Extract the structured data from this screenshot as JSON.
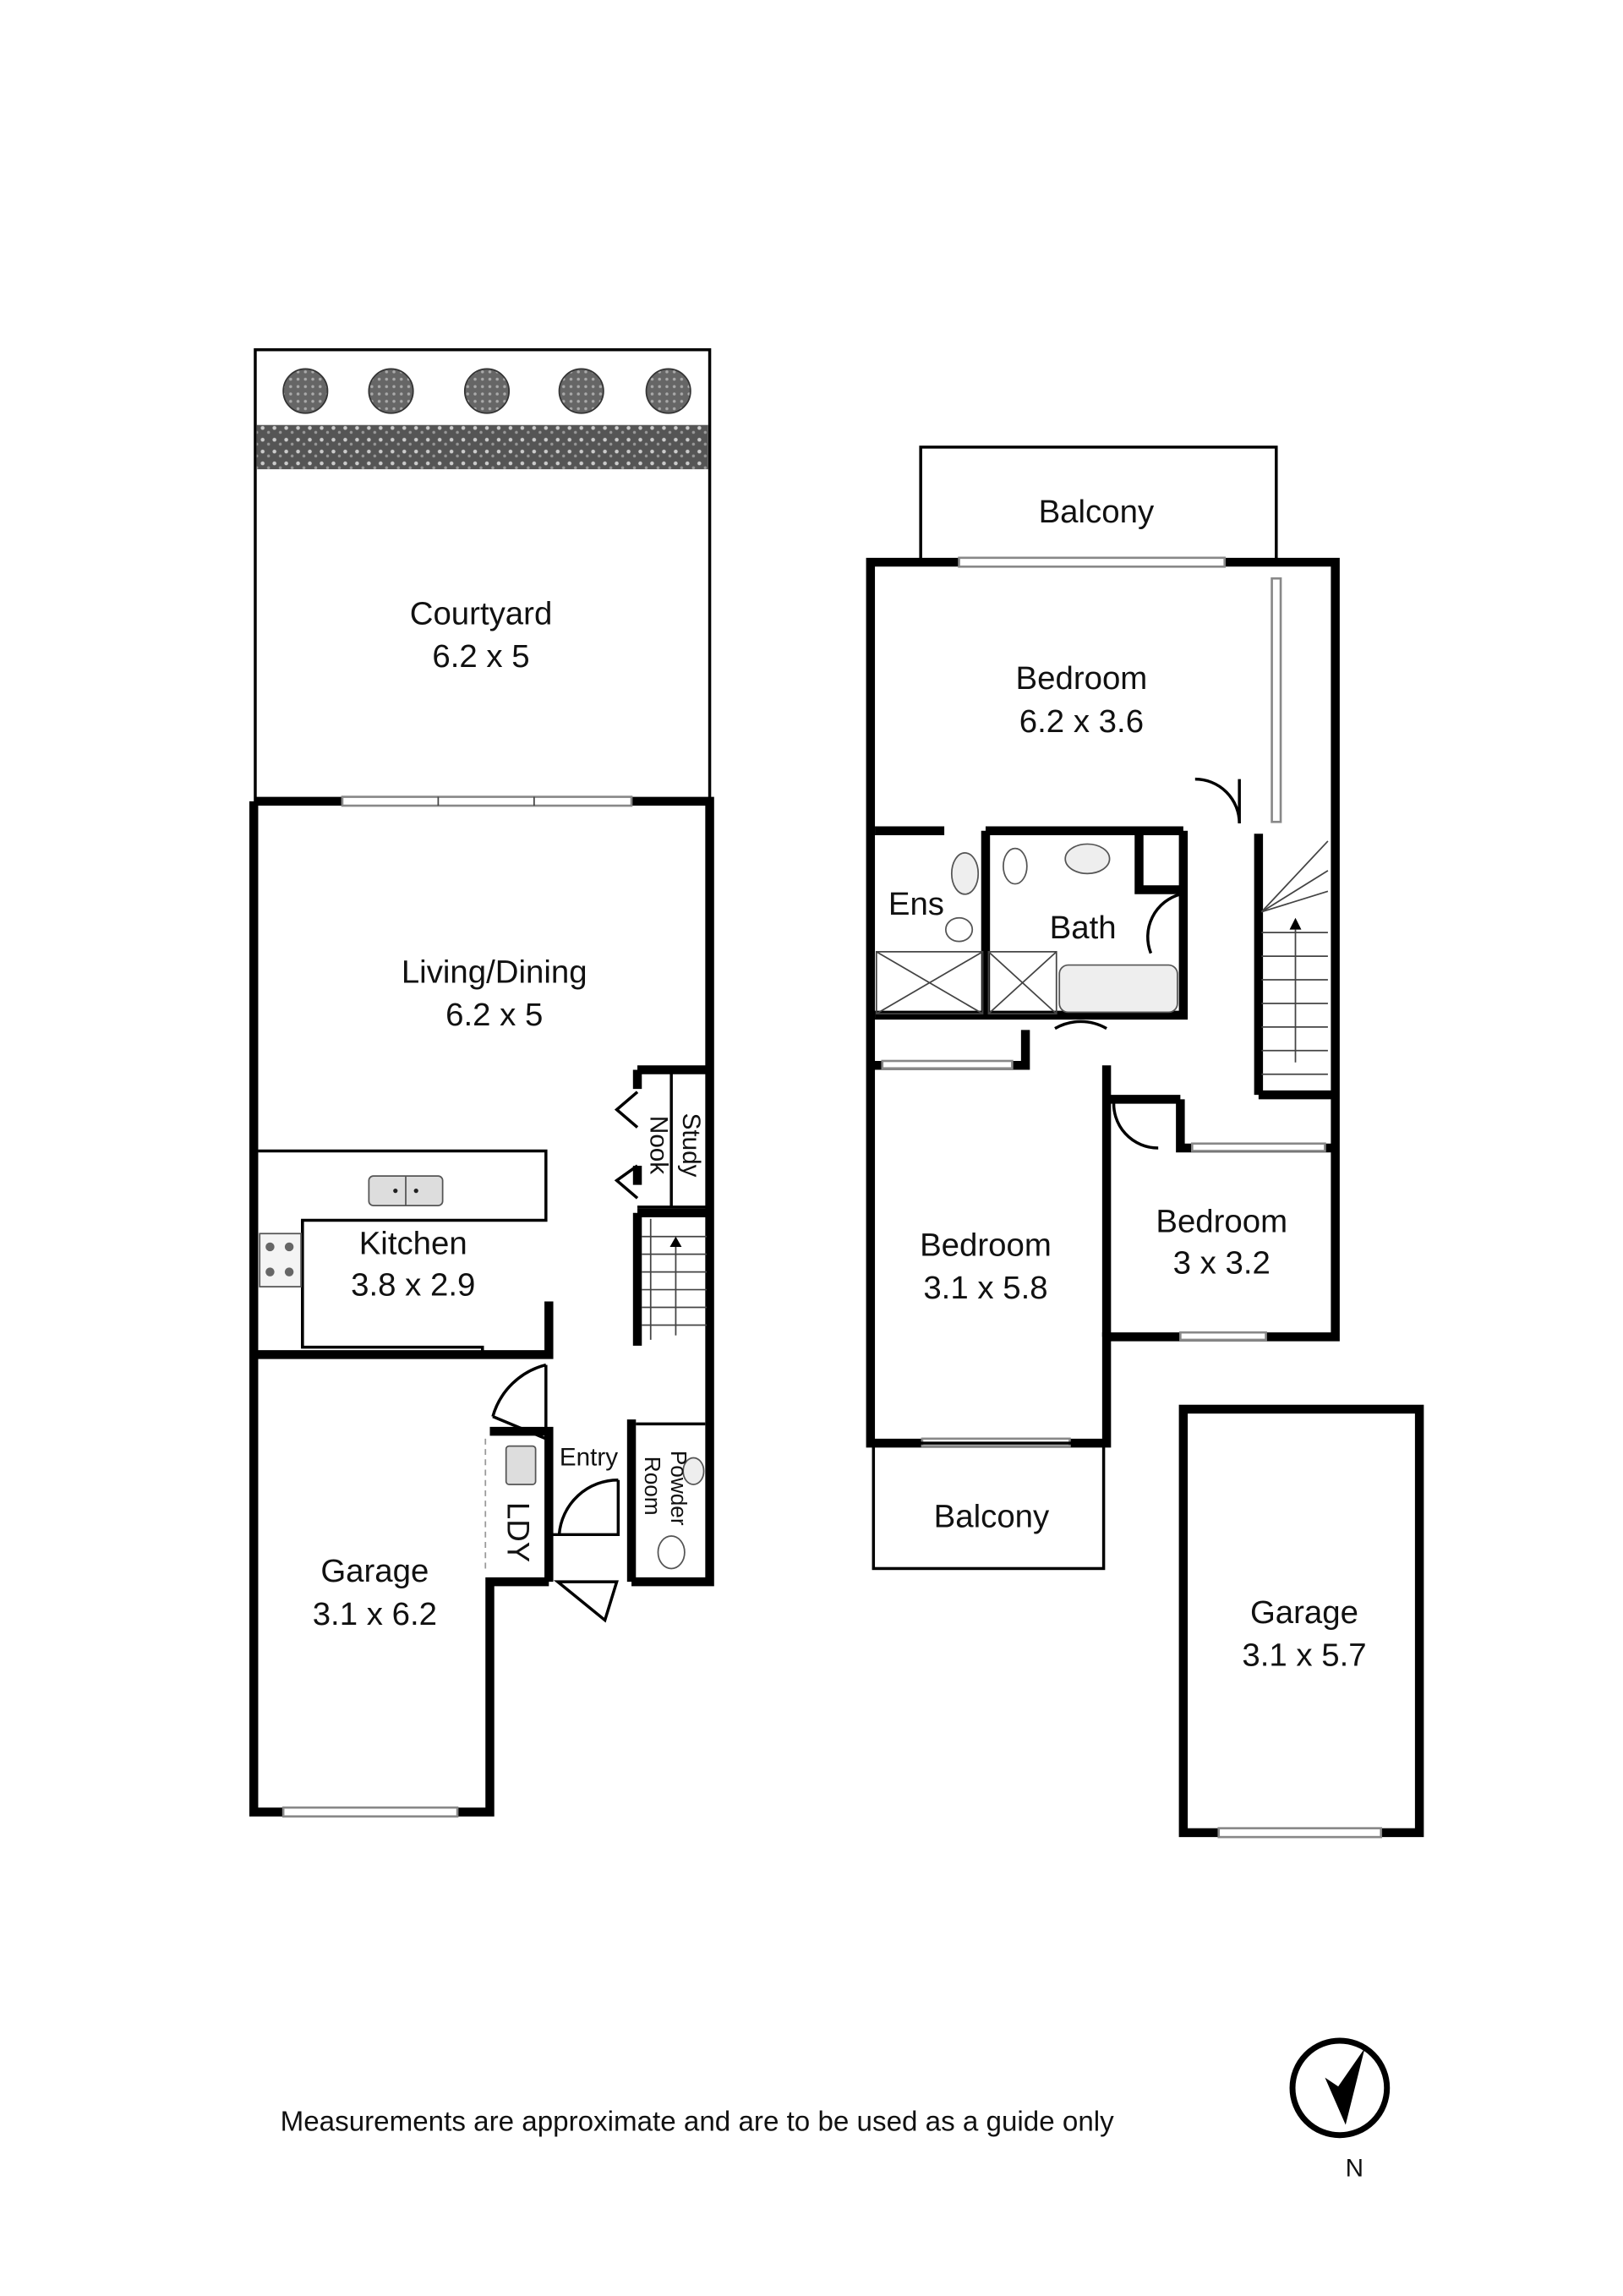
{
  "ground_floor": {
    "courtyard": {
      "name": "Courtyard",
      "size": "6.2 x 5"
    },
    "living": {
      "name": "Living/Dining",
      "size": "6.2 x 5"
    },
    "study": {
      "line1": "Study",
      "line2": "Nook"
    },
    "kitchen": {
      "name": "Kitchen",
      "size": "3.8 x 2.9"
    },
    "entry": {
      "name": "Entry"
    },
    "laundry": {
      "name": "LDY"
    },
    "powder": {
      "line1": "Powder",
      "line2": "Room"
    },
    "garage": {
      "name": "Garage",
      "size": "3.1 x 6.2"
    }
  },
  "upper_floor": {
    "balcony_top": {
      "name": "Balcony"
    },
    "bedroom_main": {
      "name": "Bedroom",
      "size": "6.2 x 3.6"
    },
    "ensuite": {
      "name": "Ens"
    },
    "bath": {
      "name": "Bath"
    },
    "bedroom_2": {
      "name": "Bedroom",
      "size": "3.1 x 5.8"
    },
    "bedroom_3": {
      "name": "Bedroom",
      "size": "3 x 3.2"
    },
    "balcony_bottom": {
      "name": "Balcony"
    },
    "garage": {
      "name": "Garage",
      "size": "3.1 x 5.7"
    }
  },
  "disclaimer": "Measurements are approximate and are to be used as a guide only",
  "compass": {
    "label": "N"
  }
}
